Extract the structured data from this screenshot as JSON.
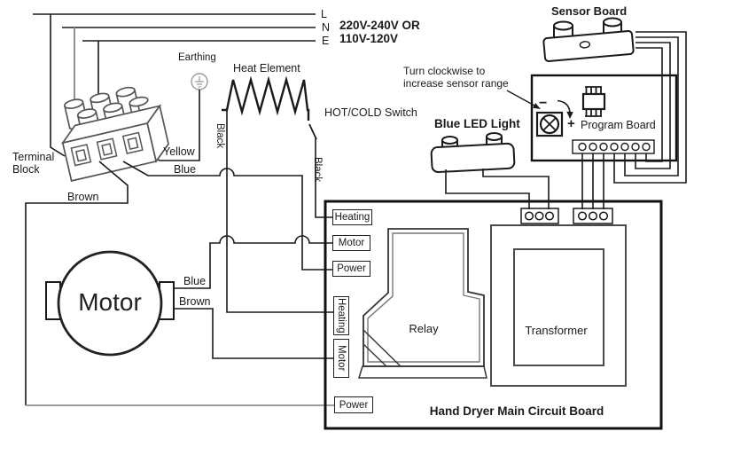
{
  "supply": {
    "l": "L",
    "n": "N",
    "e": "E",
    "voltage_primary": "220V-240V OR",
    "voltage_secondary": "110V-120V"
  },
  "left_section": {
    "earthing": "Earthing",
    "terminal_block": "Terminal Block",
    "yellow": "Yellow",
    "blue": "Blue",
    "brown": "Brown",
    "motor": "Motor",
    "motor_blue": "Blue",
    "motor_brown": "Brown"
  },
  "heater": {
    "heat_element": "Heat Element",
    "hot_cold_switch": "HOT/COLD Switch",
    "black_left": "Black",
    "black_right": "Black"
  },
  "sensor": {
    "sensor_board": "Sensor Board",
    "note_line1": "Turn clockwise to",
    "note_line2": "increase sensor range"
  },
  "program_board": {
    "label": "Program Board",
    "minus": "−",
    "plus": "+"
  },
  "led": {
    "label": "Blue LED Light"
  },
  "main_board": {
    "title": "Hand Dryer Main Circuit Board",
    "relay": "Relay",
    "transformer": "Transformer",
    "connectors": [
      {
        "label": "Heating"
      },
      {
        "label": "Motor"
      },
      {
        "label": "Power"
      },
      {
        "label": "Heating"
      },
      {
        "label": "Motor"
      },
      {
        "label": "Power"
      }
    ]
  },
  "colors": {
    "wire": "#1a1a1a",
    "grey_wire": "#8f8f8f",
    "board_border": "#111111",
    "transformer_stroke": "#4a4a4a"
  }
}
